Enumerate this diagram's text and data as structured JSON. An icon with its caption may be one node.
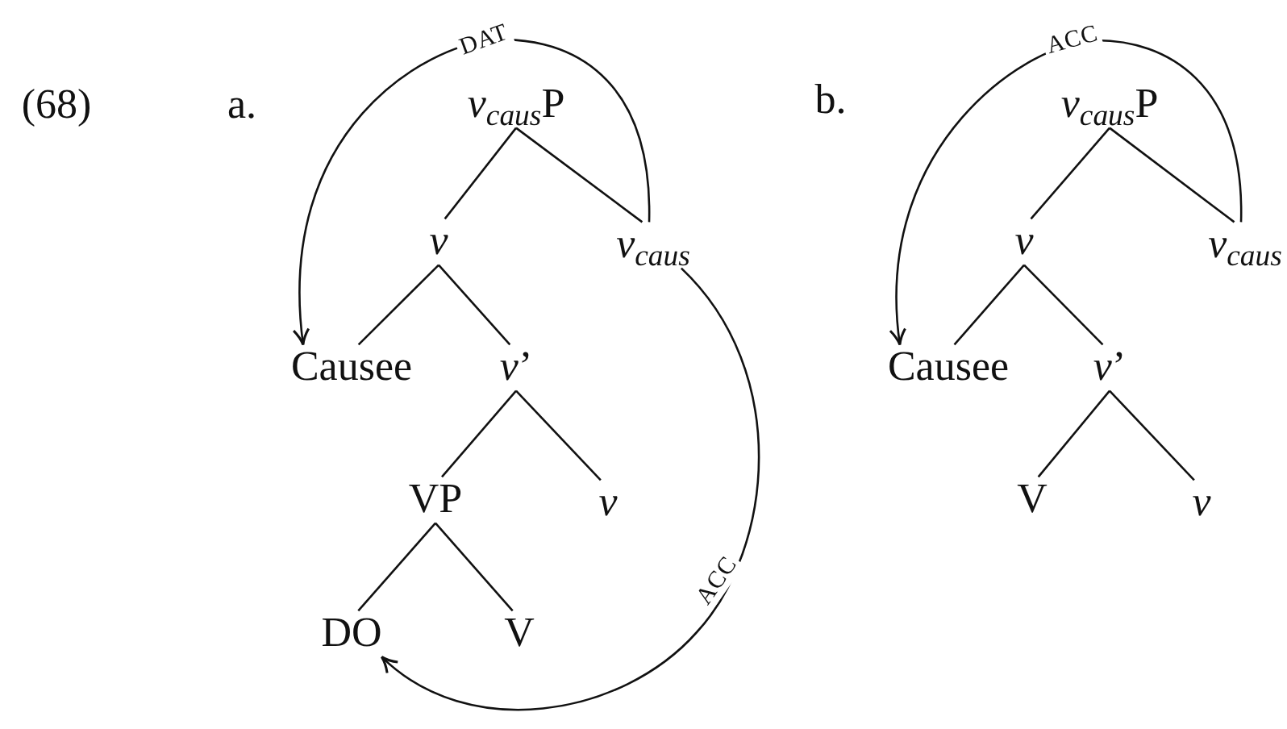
{
  "diagram": {
    "nodes": [
      {
        "text": [
          "*v*$_{caus}$P"
        ]
      },
      {
        "text": [
          "v"
        ]
      },
      {
        "text": [
          "v$_{caus}$"
        ]
      },
      {
        "text": [
          "Causee"
        ]
      },
      {
        "text": [
          "*v*’"
        ]
      },
      {
        "text": [
          "VP"
        ]
      },
      {
        "text": [
          "v"
        ]
      },
      {
        "text": [
          "DO"
        ]
      },
      {
        "text": [
          "V"
        ]
      },
      {
        "text": [
          "*v*$_{caus}$P"
        ]
      },
      {
        "text": [
          "v"
        ]
      },
      {
        "text": [
          "v$_{caus}$"
        ]
      },
      {
        "text": [
          "Causee"
        ]
      },
      {
        "text": [
          "*v*’"
        ]
      },
      {
        "text": [
          "V"
        ]
      },
      {
        "text": [
          "v"
        ]
      }
    ],
    "edges": [
      {
        "from": 0,
        "to": 1,
        "arrow": "none"
      },
      {
        "from": 0,
        "to": 2,
        "arrow": "none"
      },
      {
        "from": 1,
        "to": 3,
        "arrow": "none"
      },
      {
        "from": 1,
        "to": 4,
        "arrow": "none"
      },
      {
        "from": 4,
        "to": 5,
        "arrow": "none"
      },
      {
        "from": 4,
        "to": 6,
        "arrow": "none"
      },
      {
        "from": 5,
        "to": 7,
        "arrow": "none"
      },
      {
        "from": 5,
        "to": 8,
        "arrow": "none"
      },
      {
        "from": 9,
        "to": 10,
        "arrow": "none"
      },
      {
        "from": 9,
        "to": 11,
        "arrow": "none"
      },
      {
        "from": 10,
        "to": 12,
        "arrow": "none"
      },
      {
        "from": 10,
        "to": 13,
        "arrow": "none"
      },
      {
        "from": 13,
        "to": 14,
        "arrow": "none"
      },
      {
        "from": 13,
        "to": 15,
        "arrow": "none"
      },
      {
        "from": 2,
        "to": 3,
        "arrow": "to",
        "label": "DAT"
      },
      {
        "from": 2,
        "to": 7,
        "arrow": "to",
        "label": "ACC"
      },
      {
        "from": 11,
        "to": 12,
        "arrow": "to",
        "label": "ACC"
      }
    ],
    "labels": [
      "(68)",
      "a.",
      "b."
    ]
  }
}
